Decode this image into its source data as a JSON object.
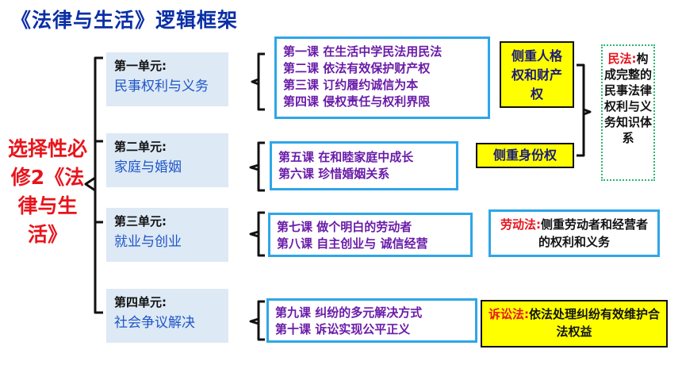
{
  "title": "《法律与生活》逻辑框架",
  "book": "选择性必修2《法律与生活》",
  "units": [
    {
      "name": "第一单元:",
      "topic": "民事权利与义务",
      "lessons": [
        "第一课 在生活中学民法用民法",
        "第二课 依法有效保护财产权",
        "第三课 订约履约诚信为本",
        "第四课 侵权责任与权利界限"
      ]
    },
    {
      "name": "第二单元:",
      "topic": "家庭与婚姻",
      "lessons": [
        "第五课 在和睦家庭中成长",
        "第六课 珍惜婚姻关系"
      ]
    },
    {
      "name": "第三单元:",
      "topic": "就业与创业",
      "lessons": [
        "第七课 做个明白的劳动者",
        "第八课 自主创业与 诚信经营"
      ]
    },
    {
      "name": "第四单元:",
      "topic": "社会争议解决",
      "lessons": [
        "第九课 纠纷的多元解决方式",
        "第十课 诉讼实现公平正义"
      ]
    }
  ],
  "notes": {
    "unit1": "侧重人格权和财产权",
    "unit2": "侧重身份权",
    "civil_label": "民法:",
    "civil_text": "构成完整的民事法律权利与义务知识体系",
    "labor_label": "劳动法:",
    "labor_text": "侧重劳动者和经营者的权利和义务",
    "lit_label": "诉讼法:",
    "lit_text": "依法处理纠纷有效维护合法权益"
  }
}
